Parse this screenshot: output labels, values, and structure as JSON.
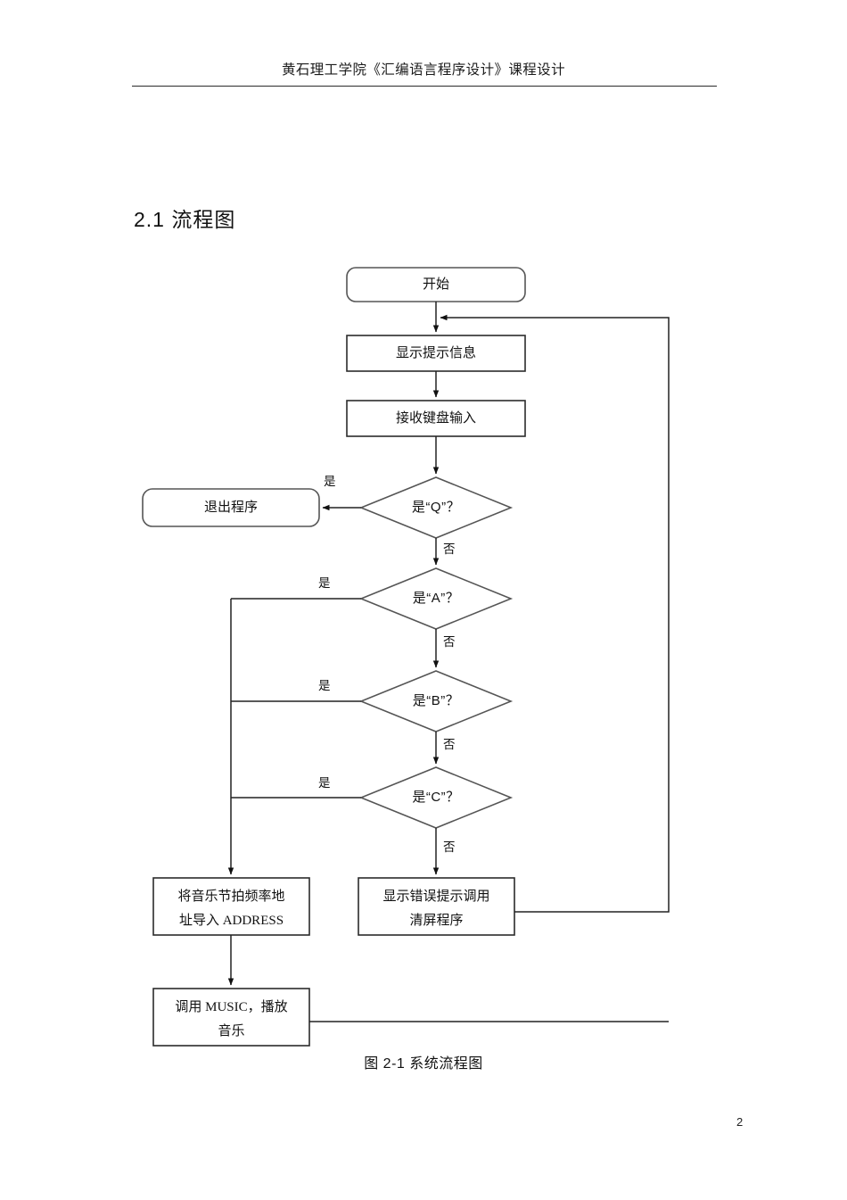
{
  "document": {
    "header": "黄石理工学院《汇编语言程序设计》课程设计",
    "section_title": "2.1 流程图",
    "figure_caption": "图 2-1 系统流程图",
    "page_number": "2"
  },
  "colors": {
    "page_background": "#ffffff",
    "text": "#1a1a1a",
    "stroke": "#555555",
    "stroke_dark": "#2b2b2b"
  },
  "chart_data": {
    "type": "diagram",
    "title": "图 2-1 系统流程图",
    "nodes": [
      {
        "id": "start",
        "shape": "rounded",
        "text": "开始"
      },
      {
        "id": "prompt",
        "shape": "rect",
        "text": "显示提示信息"
      },
      {
        "id": "input",
        "shape": "rect",
        "text": "接收键盘输入"
      },
      {
        "id": "decQ",
        "shape": "diamond",
        "text": "是“Q”？"
      },
      {
        "id": "quit",
        "shape": "rounded",
        "text": "退出程序"
      },
      {
        "id": "decA",
        "shape": "diamond",
        "text": "是“A”？"
      },
      {
        "id": "decB",
        "shape": "diamond",
        "text": "是“B”？"
      },
      {
        "id": "decC",
        "shape": "diamond",
        "text": "是“C”？"
      },
      {
        "id": "address",
        "shape": "rect",
        "text_line1": "将音乐节拍频率地",
        "text_line2": "址导入 ADDRESS"
      },
      {
        "id": "error",
        "shape": "rect",
        "text_line1": "显示错误提示调用",
        "text_line2": "清屏程序"
      },
      {
        "id": "music",
        "shape": "rect",
        "text_line1": "调用 MUSIC，播放",
        "text_line2": "音乐"
      }
    ],
    "edges": [
      {
        "from": "start",
        "to": "prompt",
        "label": ""
      },
      {
        "from": "prompt",
        "to": "input",
        "label": ""
      },
      {
        "from": "input",
        "to": "decQ",
        "label": ""
      },
      {
        "from": "decQ",
        "to": "quit",
        "label": "是"
      },
      {
        "from": "decQ",
        "to": "decA",
        "label": "否"
      },
      {
        "from": "decA",
        "to": "address",
        "label": "是"
      },
      {
        "from": "decA",
        "to": "decB",
        "label": "否"
      },
      {
        "from": "decB",
        "to": "address",
        "label": "是"
      },
      {
        "from": "decB",
        "to": "decC",
        "label": "否"
      },
      {
        "from": "decC",
        "to": "address",
        "label": "是"
      },
      {
        "from": "decC",
        "to": "error",
        "label": "否"
      },
      {
        "from": "address",
        "to": "music",
        "label": ""
      },
      {
        "from": "error",
        "to": "prompt",
        "label": ""
      },
      {
        "from": "music",
        "to": "prompt",
        "label": ""
      }
    ],
    "edge_labels": {
      "q_yes": "是",
      "q_no": "否",
      "a_yes": "是",
      "a_no": "否",
      "b_yes": "是",
      "b_no": "否",
      "c_yes": "是",
      "c_no": "否"
    }
  }
}
